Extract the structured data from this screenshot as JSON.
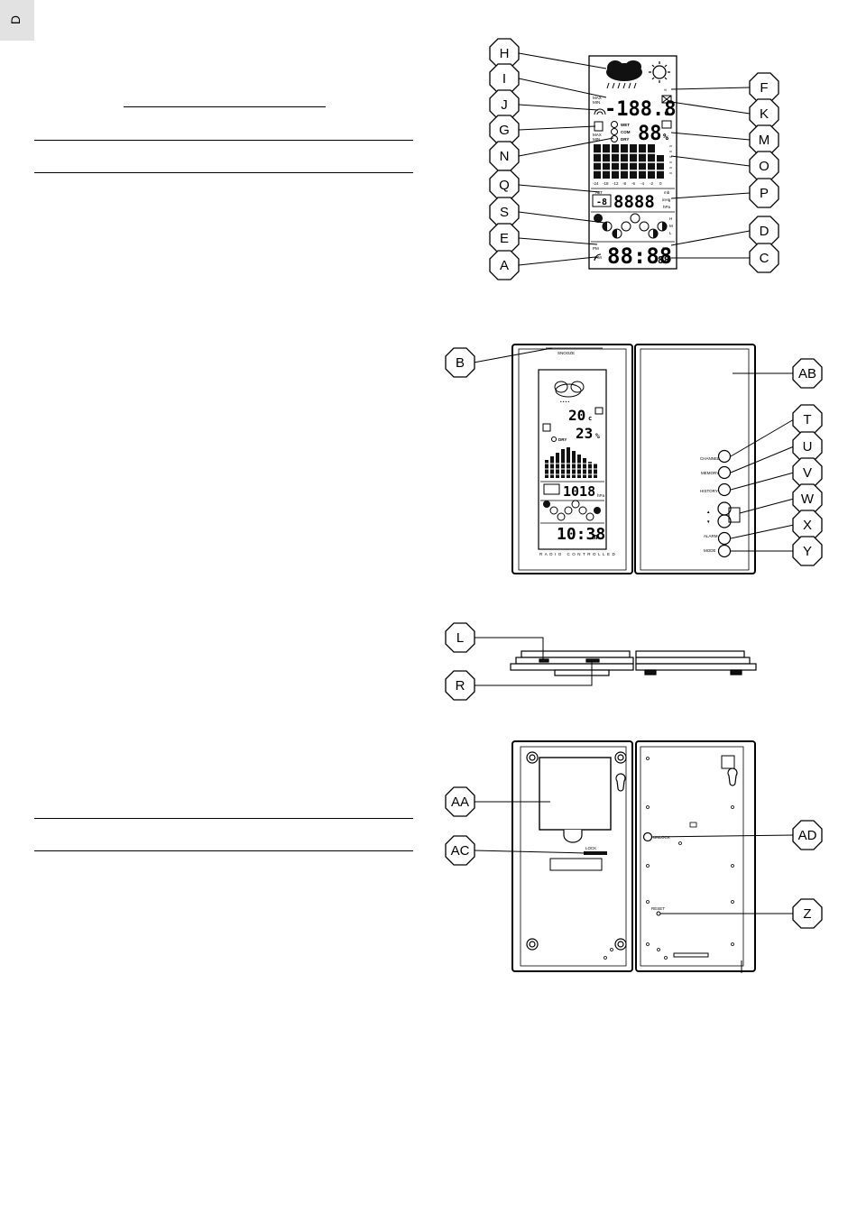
{
  "page": {
    "language_tab": "D"
  },
  "callouts": {
    "H": "H",
    "I": "I",
    "J": "J",
    "G": "G",
    "N": "N",
    "Q": "Q",
    "S": "S",
    "E": "E",
    "A": "A",
    "F": "F",
    "K": "K",
    "M": "M",
    "O": "O",
    "P": "P",
    "D": "D",
    "C": "C",
    "B": "B",
    "AB": "AB",
    "T": "T",
    "U": "U",
    "V": "V",
    "W": "W",
    "X": "X",
    "Y": "Y",
    "L": "L",
    "R": "R",
    "AA": "AA",
    "AC": "AC",
    "AD": "AD",
    "Z": "Z"
  },
  "lcd_display": {
    "temperature": "-188.8",
    "temp_unit": "c",
    "humidity": "88",
    "humidity_unit": "%",
    "comfort_wet": "WET",
    "comfort_com": "COM",
    "comfort_dry": "DRY",
    "max_label": "MAX",
    "min_label": "MIN",
    "alt_label": "ALT",
    "pressure": "8888",
    "pressure_units": [
      "mb",
      "inHg",
      "hPa"
    ],
    "time": "88:88",
    "seconds": "88",
    "am": "AM",
    "pm": "PM",
    "history_ticks": [
      "-24",
      "-18",
      "-12",
      "-8",
      "-6",
      "-4",
      "-2",
      "0"
    ]
  },
  "front_unit": {
    "top_label": "SNOOZE",
    "temperature": "20",
    "temp_unit": "c",
    "humidity": "23",
    "humidity_unit": "%",
    "comfort": "DRY",
    "pressure": "1018",
    "pressure_unit": "hPa",
    "time": "10:38",
    "bottom_label": "RADIO CONTROLLED",
    "buttons": [
      "CHANNEL",
      "MEMORY",
      "HISTORY",
      "ALARM",
      "MODE"
    ]
  },
  "back_unit": {
    "lock_label": "LOCK",
    "unlock_label": "UNLOCK",
    "reset_label": "RESET"
  }
}
